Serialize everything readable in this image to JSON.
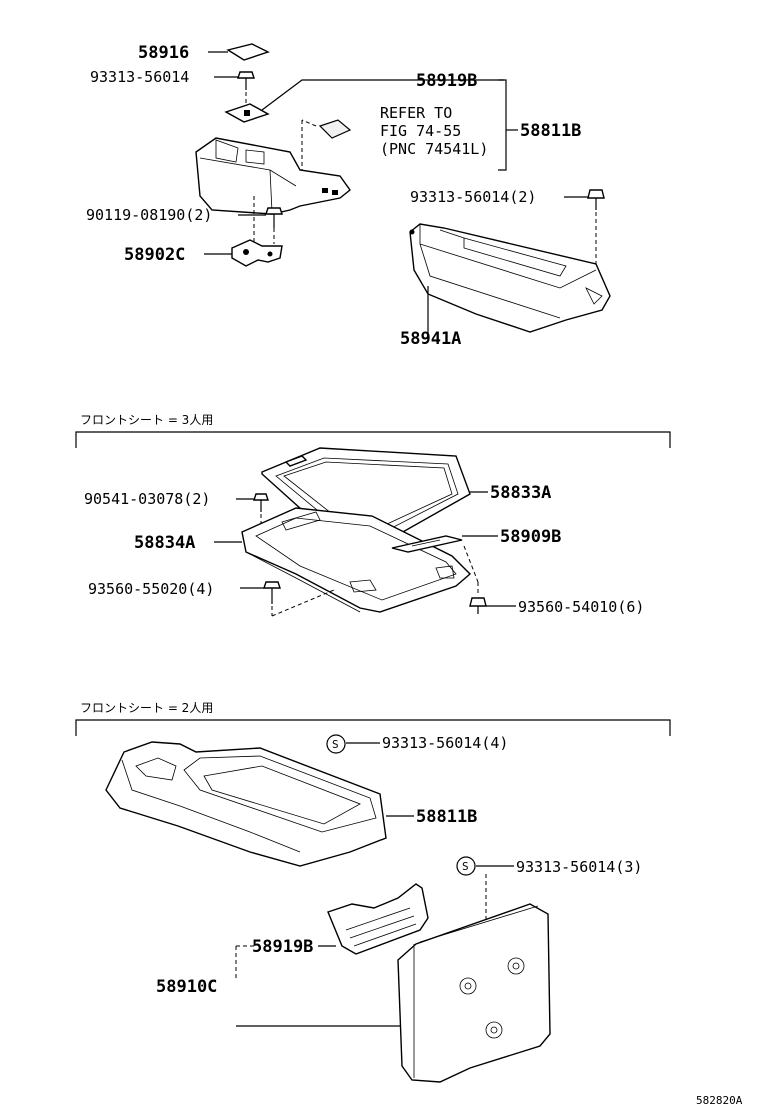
{
  "labels": {
    "p58916": "58916",
    "p93313_top": "93313-56014",
    "p58919B_top": "58919B",
    "refer_line1": "REFER TO",
    "refer_line2": "FIG 74-55",
    "refer_line3": "(PNC 74541L)",
    "p58811B_top": "58811B",
    "p93313_right": "93313-56014(2)",
    "p90119": "90119-08190(2)",
    "p58902C": "58902C",
    "p58941A": "58941A",
    "p90541": "90541-03078(2)",
    "p58833A": "58833A",
    "p58834A": "58834A",
    "p58909B": "58909B",
    "p93560_55020": "93560-55020(4)",
    "p93560_54010": "93560-54010(6)",
    "p93313_s1": "93313-56014(4)",
    "p58811B_bottom": "58811B",
    "p93313_s2": "93313-56014(3)",
    "p58919B_bottom": "58919B",
    "p58910C": "58910C"
  },
  "sections": {
    "three_seat": "フロントシート = 3人用",
    "two_seat": "フロントシート = 2人用"
  },
  "symbols": {
    "s_mark": "S"
  },
  "footer": {
    "code": "582820A"
  }
}
